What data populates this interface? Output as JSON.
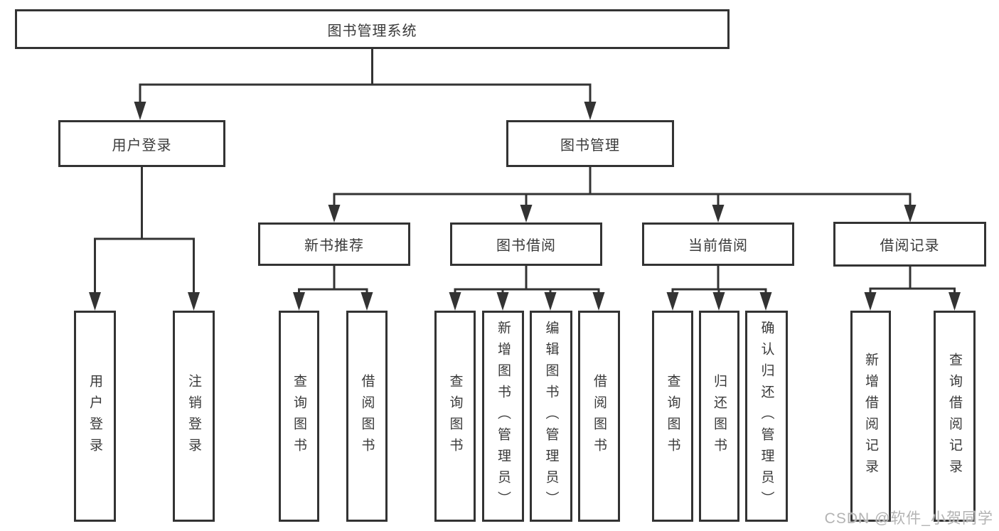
{
  "diagram": {
    "root": "图书管理系统",
    "level2": {
      "user_login": "用户登录",
      "book_mgmt": "图书管理"
    },
    "level3": {
      "new_book_rec": "新书推荐",
      "book_borrow": "图书借阅",
      "current_borrow": "当前借阅",
      "borrow_records": "借阅记录"
    },
    "leaves": {
      "login": "用户登录",
      "logout": "注销登录",
      "rec_query_book": "查询图书",
      "rec_borrow_book": "借阅图书",
      "bor_query_book": "查询图书",
      "bor_add_book": "新增图书（管理员）",
      "bor_edit_book": "编辑图书（管理员）",
      "bor_borrow_book": "借阅图书",
      "cur_query_book": "查询图书",
      "cur_return_book": "归还图书",
      "cur_confirm_return": "确认归还（管理员）",
      "log_add_record": "新增借阅记录",
      "log_query_record": "查询借阅记录"
    }
  },
  "watermark": "CSDN @软件_小贺同学",
  "colors": {
    "line": "#333333",
    "text": "#3a3a3a",
    "watermark": "#b3b3b3"
  }
}
